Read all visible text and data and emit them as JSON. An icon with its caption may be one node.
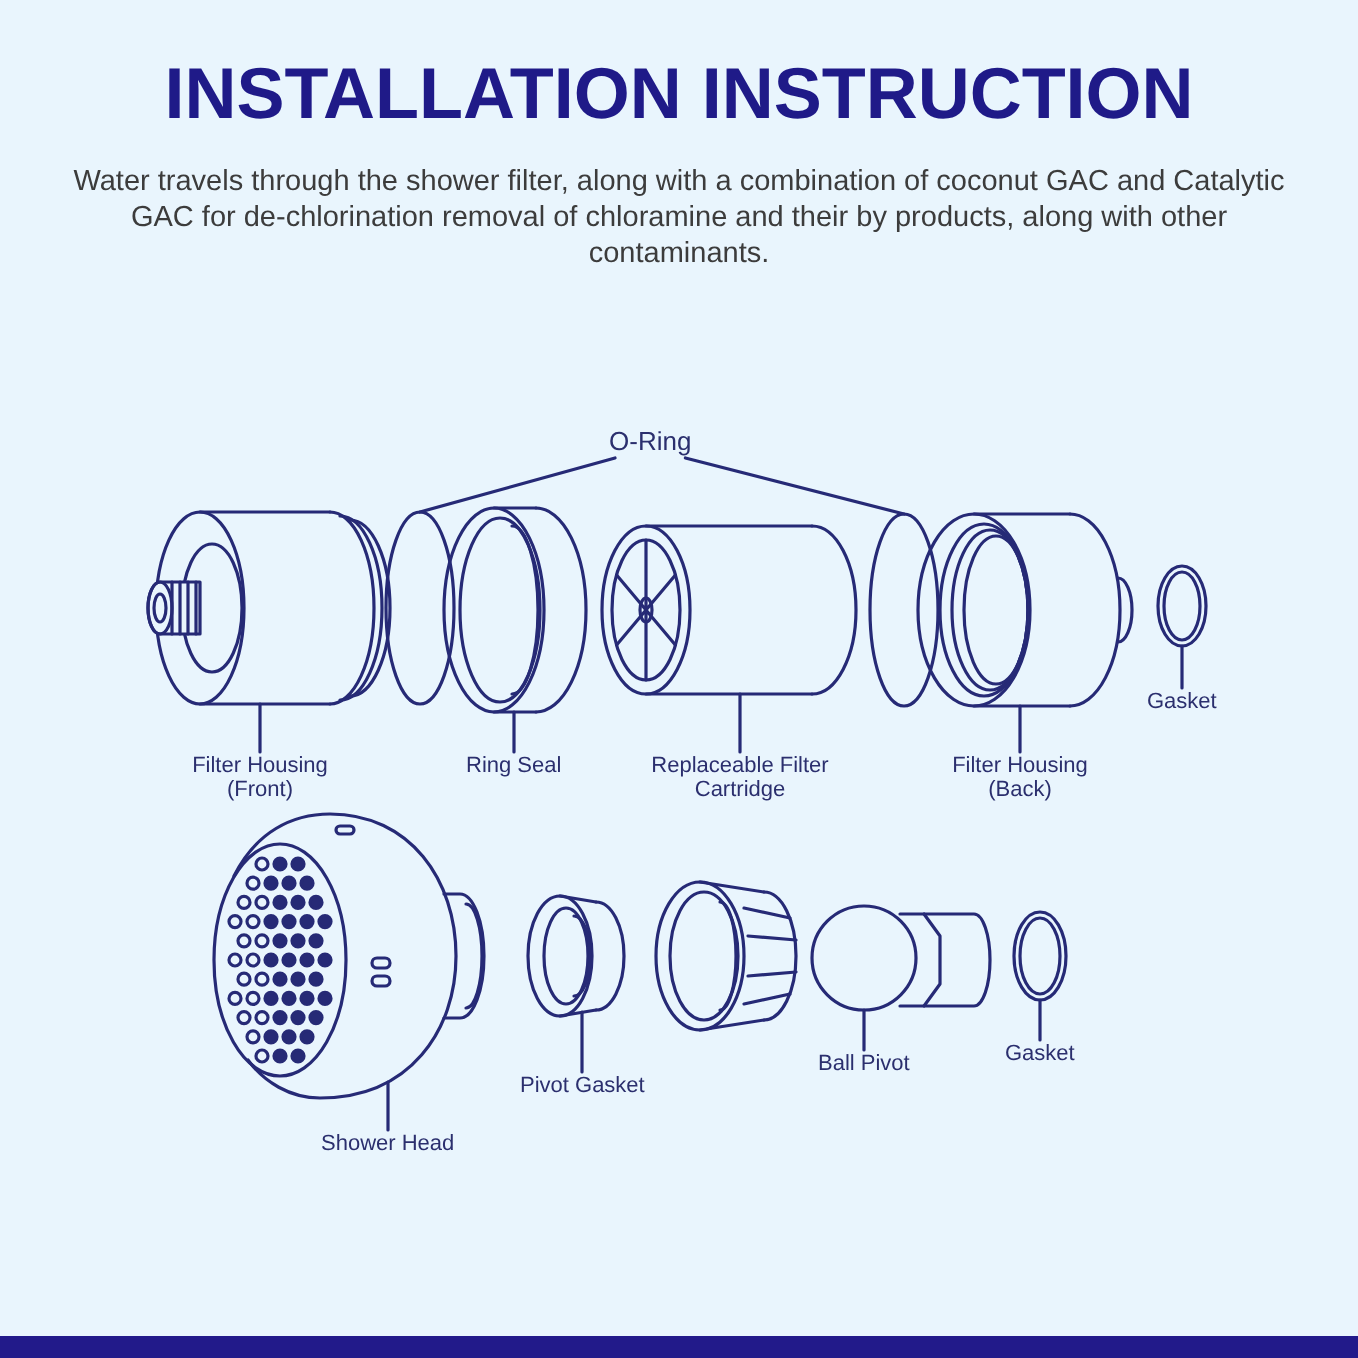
{
  "diagram": {
    "title": "INSTALLATION INSTRUCTION",
    "nodes": [
      {
        "text": [
          "O-Ring"
        ]
      },
      {
        "text": [],
        "shape": "circle"
      },
      {
        "text": [],
        "shape": "circle"
      },
      {
        "text": [],
        "shape": "picture"
      },
      {
        "text": [
          "Filter Housing (Front)"
        ]
      },
      {
        "text": [],
        "shape": "picture"
      },
      {
        "text": [
          "Ring Seal"
        ]
      },
      {
        "text": [],
        "shape": "picture"
      },
      {
        "text": [
          "Replaceable Filter Cartridge"
        ]
      },
      {
        "text": [],
        "shape": "picture"
      },
      {
        "text": [
          "Filter Housing (Back)"
        ]
      },
      {
        "text": [],
        "shape": "picture"
      },
      {
        "text": [
          "Gasket"
        ]
      },
      {
        "text": [],
        "shape": "picture"
      },
      {
        "text": [
          "Shower Head"
        ]
      },
      {
        "text": [],
        "shape": "picture"
      },
      {
        "text": [
          "Pivot Gasket"
        ]
      },
      {
        "text": [],
        "shape": "picture"
      },
      {
        "text": [
          "Ball Pivot"
        ]
      },
      {
        "text": [],
        "shape": "picture"
      },
      {
        "text": [
          "Gasket"
        ]
      }
    ],
    "edges": [
      {
        "from": 0,
        "to": 1,
        "arrow": "none"
      },
      {
        "from": 0,
        "to": 2,
        "arrow": "none"
      },
      {
        "from": 4,
        "to": 3,
        "arrow": "none"
      },
      {
        "from": 6,
        "to": 5,
        "arrow": "none"
      },
      {
        "from": 8,
        "to": 7,
        "arrow": "none"
      },
      {
        "from": 10,
        "to": 9,
        "arrow": "none"
      },
      {
        "from": 12,
        "to": 11,
        "arrow": "none"
      },
      {
        "from": 14,
        "to": 13,
        "arrow": "none"
      },
      {
        "from": 16,
        "to": 15,
        "arrow": "none"
      },
      {
        "from": 18,
        "to": 17,
        "arrow": "none"
      },
      {
        "from": 20,
        "to": 19,
        "arrow": "none"
      }
    ],
    "labels": [
      "Water travels through the shower filter, along with a combination of coconut GAC and Catalytic GAC for de-chlorination removal of chloramine and their by products, along with other contaminants."
    ]
  }
}
